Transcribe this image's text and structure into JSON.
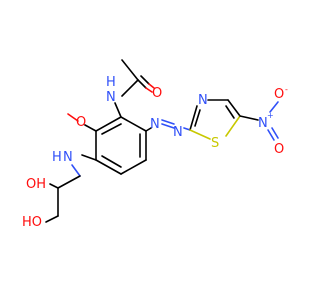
{
  "molecule": {
    "atoms": {
      "acetamide_O": {
        "label": "O",
        "color": "#ff0d0d"
      },
      "amide_N": {
        "label": "N",
        "color": "#3050f8"
      },
      "amide_H": {
        "label": "H",
        "color": "#3050f8"
      },
      "methoxy_O": {
        "label": "O",
        "color": "#ff0d0d"
      },
      "azo_N1": {
        "label": "N",
        "color": "#3050f8"
      },
      "azo_N2": {
        "label": "N",
        "color": "#3050f8"
      },
      "thiazole_N": {
        "label": "N",
        "color": "#3050f8"
      },
      "thiazole_S": {
        "label": "S",
        "color": "#c8c800"
      },
      "nitro_N": {
        "label": "N",
        "color": "#3050f8"
      },
      "nitro_charge_plus": {
        "label": "+",
        "color": "#3050f8"
      },
      "nitro_O_top": {
        "label": "O",
        "color": "#ff0d0d"
      },
      "nitro_charge_minus": {
        "label": "-",
        "color": "#ff0d0d"
      },
      "nitro_O_bottom": {
        "label": "O",
        "color": "#ff0d0d"
      },
      "amine_N": {
        "label": "N",
        "color": "#3050f8"
      },
      "amine_H": {
        "label": "H",
        "color": "#3050f8"
      },
      "diol_OH_upper": {
        "label": "OH",
        "color": "#ff0d0d"
      },
      "diol_OH_lower": {
        "label": "HO",
        "color": "#ff0d0d"
      }
    }
  }
}
